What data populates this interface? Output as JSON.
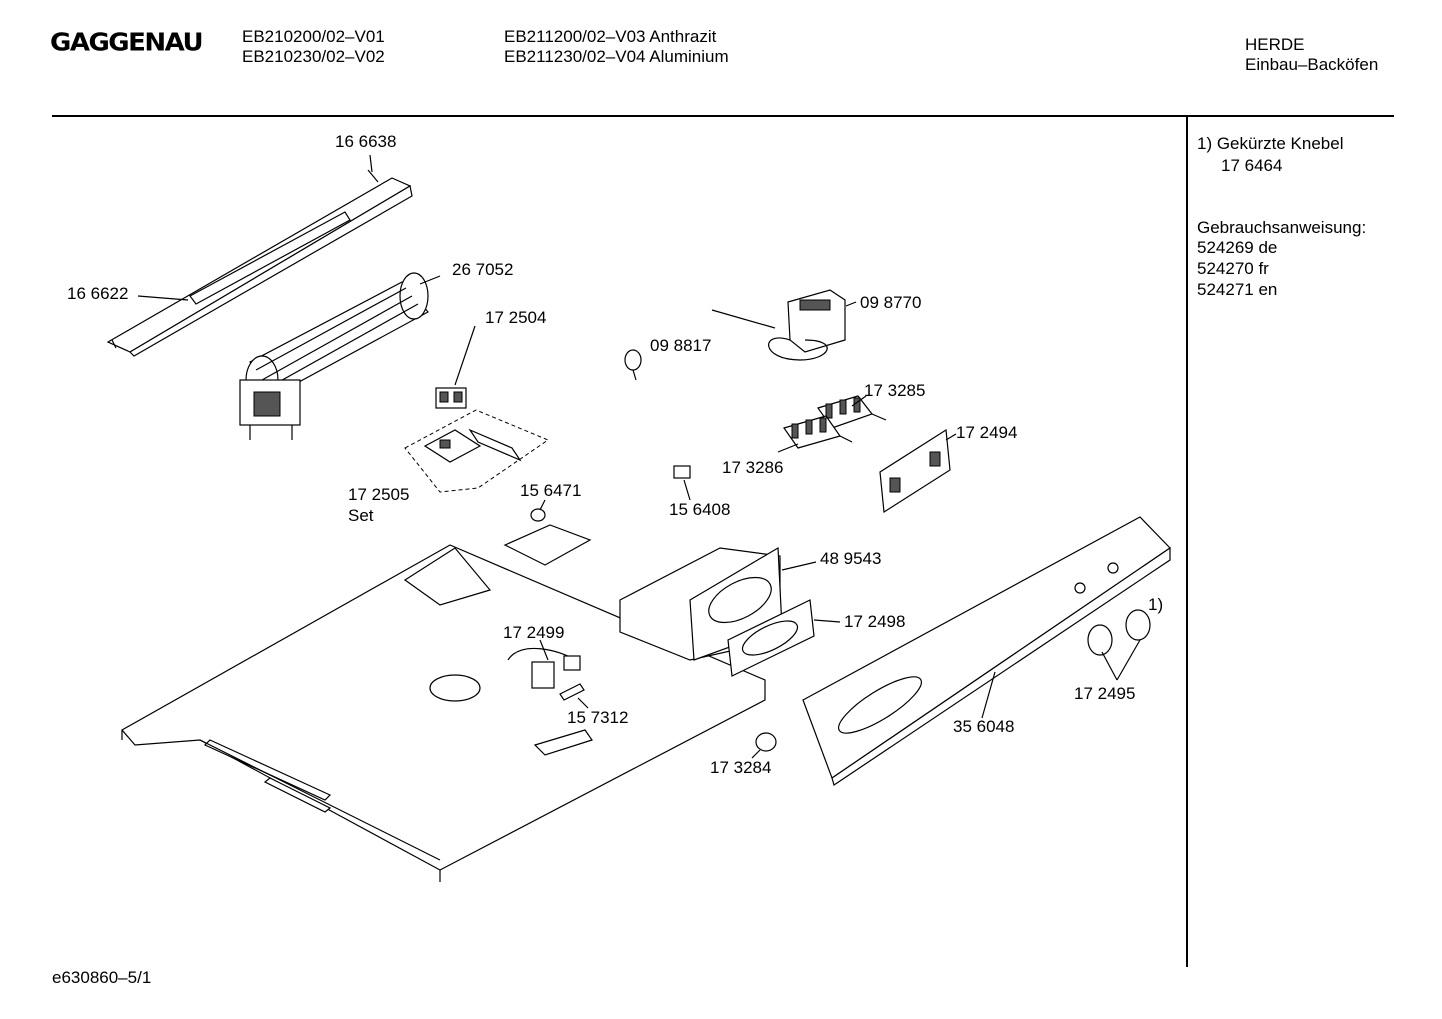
{
  "header": {
    "brand": "GAGGENAU",
    "models_col1": [
      "EB210200/02–V01",
      "EB210230/02–V02"
    ],
    "models_col2": [
      "EB211200/02–V03 Anthrazit",
      "EB211230/02–V04 Aluminium"
    ],
    "category": "HERDE",
    "subcategory": "Einbau–Backöfen"
  },
  "side_notes": {
    "note1_title": "1) Gekürzte Knebel",
    "note1_part": "17 6464",
    "manual_title": "Gebrauchsanweisung:",
    "manuals": [
      "524269 de",
      "524270 fr",
      "524271 en"
    ]
  },
  "parts": {
    "p166638": "16 6638",
    "p166622": "16 6622",
    "p267052": "26 7052",
    "p172504": "17 2504",
    "p098770": "09 8770",
    "p098817": "09 8817",
    "p173285": "17 3285",
    "p172494": "17 2494",
    "p173286": "17 3286",
    "p172505": "17 2505",
    "p172505_set": "Set",
    "p156471": "15 6471",
    "p156408": "15 6408",
    "p489543": "48 9543",
    "p172498": "17 2498",
    "p172499": "17 2499",
    "p157312": "15 7312",
    "p173284": "17 3284",
    "p356048": "35 6048",
    "p172495": "17 2495",
    "note_marker": "1)"
  },
  "footer": {
    "drawing_id": "e630860–5/1"
  }
}
